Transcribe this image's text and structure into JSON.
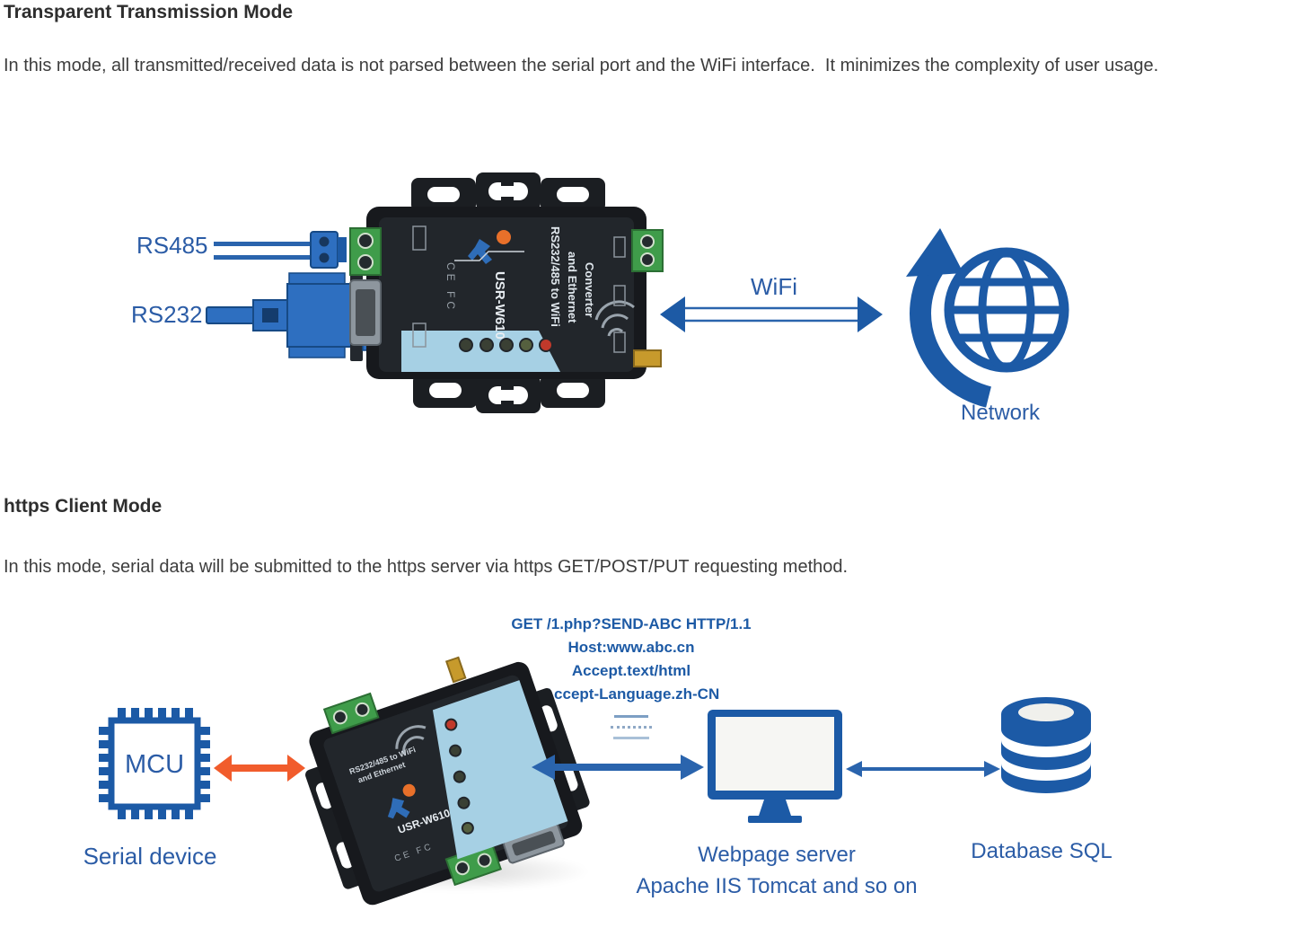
{
  "colors": {
    "icon_blue": "#1c5aa6",
    "label_blue": "#2b5ca6",
    "arrow_blue": "#2a64ad",
    "http_text_blue": "#1d5aa5",
    "orange_arrow": "#f15c2c",
    "heading_text": "#2e2e2e",
    "body_text": "#3d3d3d",
    "device_body": "#17191d",
    "led_panel": "#a6d0e4",
    "terminal_green": "#3f9c4a"
  },
  "section1": {
    "heading": "Transparent Transmission Mode",
    "body": "In this mode, all transmitted/received data is not parsed between the serial port and the WiFi interface.  It minimizes the complexity of user usage.",
    "diagram": {
      "rs485_label": "RS485",
      "rs232_label": "RS232",
      "wifi_label": "WiFi",
      "network_label": "Network",
      "device": {
        "model": "USR-W610",
        "desc_line1": "RS232/485 to WiFi",
        "desc_line2": "and Ethernet",
        "desc_line3": "Converter",
        "cert_marks": "CE FC"
      }
    }
  },
  "section2": {
    "heading": "https Client Mode",
    "body": "In this mode, serial data will be submitted to the https server via https GET/POST/PUT requesting method.",
    "diagram": {
      "http_request_lines": [
        "GET /1.php?SEND-ABC HTTP/1.1",
        "Host:www.abc.cn",
        "Accept.text/html",
        "Accept-Language.zh-CN"
      ],
      "mcu_label": "MCU",
      "serial_device_label": "Serial device",
      "webpage_server_label": "Webpage server",
      "webpage_server_sub_label": "Apache IIS Tomcat and so on",
      "database_label": "Database SQL"
    }
  }
}
